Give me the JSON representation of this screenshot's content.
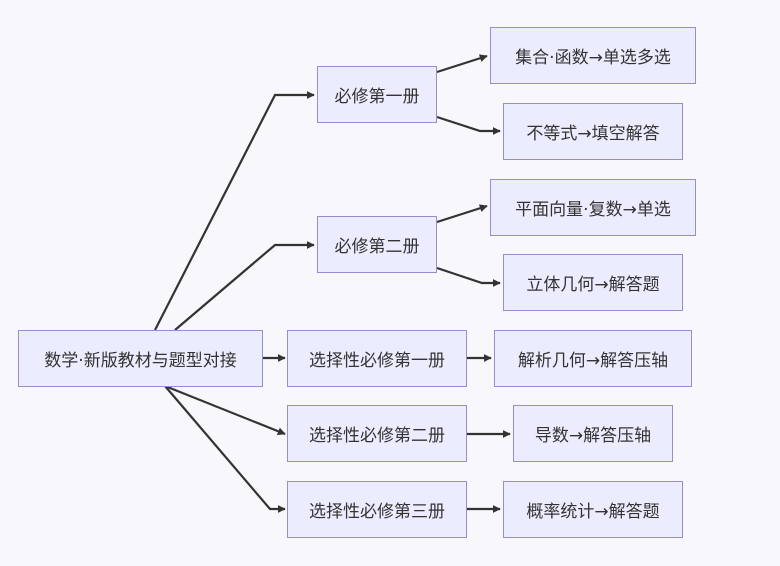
{
  "colors": {
    "node_fill": "#ececff",
    "node_border": "#9a8ccf",
    "edge": "#333333",
    "background": "#f8f8fc"
  },
  "nodes": {
    "root": "数学·新版教材与题型对接",
    "b1": "必修第一册",
    "b2": "必修第二册",
    "b3": "选择性必修第一册",
    "b4": "选择性必修第二册",
    "b5": "选择性必修第三册",
    "t1": "集合·函数→单选多选",
    "t2": "不等式→填空解答",
    "t3": "平面向量·复数→单选",
    "t4": "立体几何→解答题",
    "t5": "解析几何→解答压轴",
    "t6": "导数→解答压轴",
    "t7": "概率统计→解答题"
  },
  "edges": [
    [
      "root",
      "b1"
    ],
    [
      "root",
      "b2"
    ],
    [
      "root",
      "b3"
    ],
    [
      "root",
      "b4"
    ],
    [
      "root",
      "b5"
    ],
    [
      "b1",
      "t1"
    ],
    [
      "b1",
      "t2"
    ],
    [
      "b2",
      "t3"
    ],
    [
      "b2",
      "t4"
    ],
    [
      "b3",
      "t5"
    ],
    [
      "b4",
      "t6"
    ],
    [
      "b5",
      "t7"
    ]
  ]
}
